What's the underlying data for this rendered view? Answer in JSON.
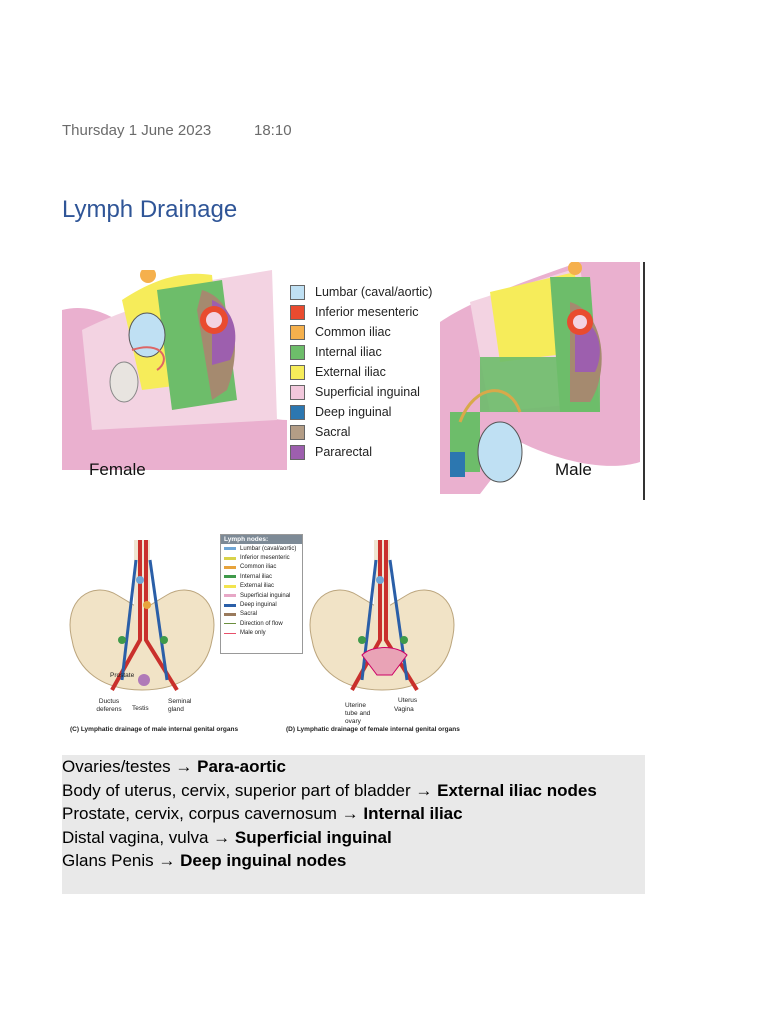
{
  "header": {
    "date": "Thursday 1 June 2023",
    "time": "18:10"
  },
  "title": "Lymph Drainage",
  "figure1": {
    "legend": [
      {
        "label": "Lumbar (caval/aortic)",
        "color": "#bfe0f3"
      },
      {
        "label": "Inferior mesenteric",
        "color": "#e94b2f"
      },
      {
        "label": "Common iliac",
        "color": "#f5b04d"
      },
      {
        "label": "Internal iliac",
        "color": "#6dbd6a"
      },
      {
        "label": "External iliac",
        "color": "#f6ec5a"
      },
      {
        "label": "Superficial inguinal",
        "color": "#f2c8dc"
      },
      {
        "label": "Deep inguinal",
        "color": "#2c77b0"
      },
      {
        "label": "Sacral",
        "color": "#b39d86"
      },
      {
        "label": "Pararectal",
        "color": "#9d5fae"
      }
    ],
    "female_label": "Female",
    "male_label": "Male"
  },
  "figure2": {
    "legend_title": "Lymph nodes:",
    "legend": [
      {
        "label": "Lumbar (caval/aortic)",
        "color": "#6fa6d6"
      },
      {
        "label": "Inferior mesenteric",
        "color": "#d8d24a"
      },
      {
        "label": "Common iliac",
        "color": "#e7a33c"
      },
      {
        "label": "Internal iliac",
        "color": "#3f9a4a"
      },
      {
        "label": "External iliac",
        "color": "#f2e44e"
      },
      {
        "label": "Superficial inguinal",
        "color": "#e7a7c6"
      },
      {
        "label": "Deep inguinal",
        "color": "#2b5fa8"
      },
      {
        "label": "Sacral",
        "color": "#9a7a5c"
      },
      {
        "label": "Direction of flow",
        "color": "#6b8f3e"
      },
      {
        "label": "Male only",
        "color": "#e8506a"
      }
    ],
    "labels_male": {
      "prostate": "Prostate",
      "ductus": "Ductus deferens",
      "testis": "Testis",
      "seminal": "Seminal gland"
    },
    "labels_female": {
      "uterine": "Uterine tube and ovary",
      "uterus": "Uterus",
      "vagina": "Vagina"
    },
    "caption_c": "(C) Lymphatic drainage of male internal genital organs",
    "caption_d": "(D) Lymphatic drainage of female internal genital organs"
  },
  "summary": [
    {
      "text": "Ovaries/testes → ",
      "bold": "Para-aortic"
    },
    {
      "text": "Body of uterus, cervix, superior part of bladder → ",
      "bold": "External iliac nodes"
    },
    {
      "text": "Prostate, cervix, corpus cavernosum → ",
      "bold": "Internal iliac"
    },
    {
      "text": "Distal vagina, vulva → ",
      "bold": "Superficial inguinal"
    },
    {
      "text": "Glans Penis → ",
      "bold": "Deep inguinal nodes"
    }
  ]
}
